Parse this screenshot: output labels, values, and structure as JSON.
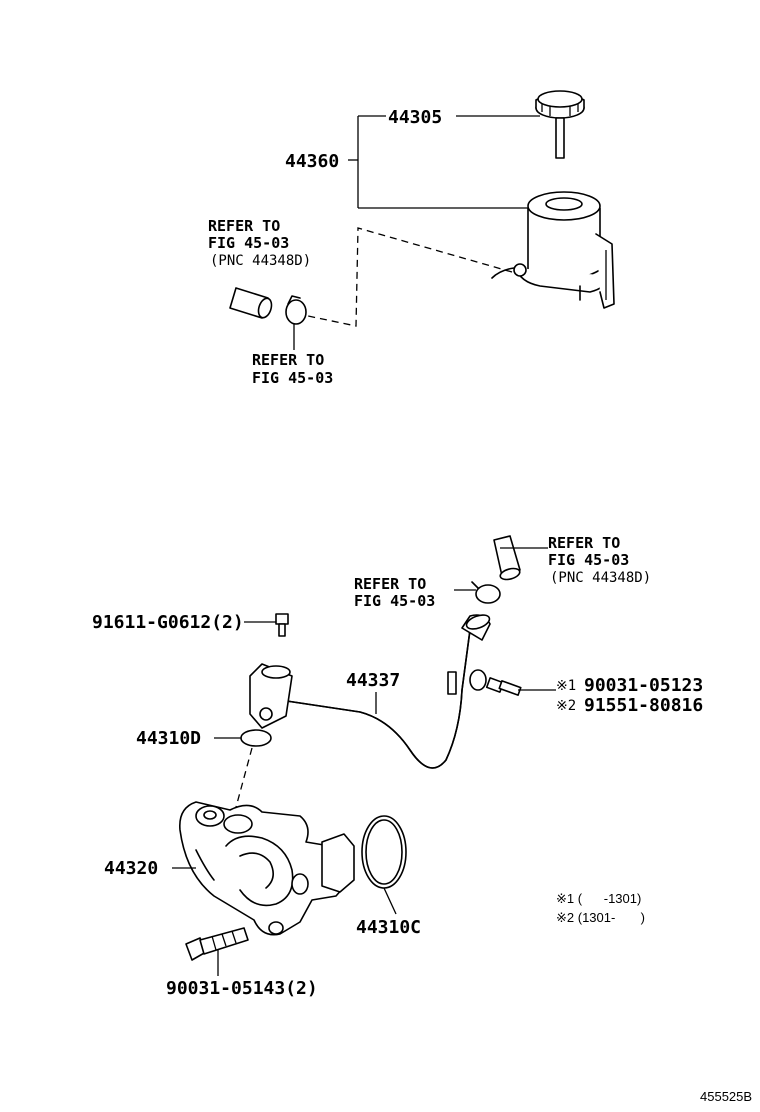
{
  "diagram": {
    "figure_code": "455525B",
    "labels": {
      "p44305": "44305",
      "p44360": "44360",
      "p44337": "44337",
      "p44310d": "44310D",
      "p44320": "44320",
      "p44310c": "44310C",
      "p91611": "91611-G0612(2)",
      "p90031_05143": "90031-05143(2)",
      "p90031_05123": "90031-05123",
      "p91551": "91551-80816",
      "mark1": "※1",
      "mark2": "※2"
    },
    "refs": {
      "top_hose": [
        "REFER TO",
        "FIG 45-03",
        "(PNC 44348D)"
      ],
      "top_clamp": [
        "REFER TO",
        "FIG 45-03"
      ],
      "right_hose": [
        "REFER TO",
        "FIG 45-03",
        "(PNC 44348D)"
      ],
      "right_clamp": [
        "REFER TO",
        "FIG 45-03"
      ]
    },
    "notes": {
      "n1": "※1 (      -1301)",
      "n2": "※2 (1301-       )"
    }
  }
}
